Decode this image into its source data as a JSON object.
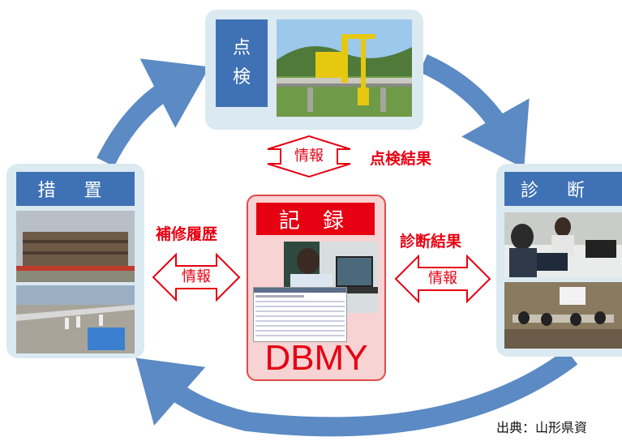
{
  "nodes": {
    "inspection": {
      "chars": [
        "点",
        "検"
      ]
    },
    "measures": {
      "label": "措 置"
    },
    "diagnosis": {
      "label": "診 断"
    },
    "record": {
      "label": "記 録",
      "system": "DBMY"
    }
  },
  "flows": {
    "top": {
      "arrow_label": "情報",
      "result_label": "点検結果"
    },
    "left": {
      "arrow_label": "情報",
      "result_label": "補修履歴"
    },
    "right": {
      "arrow_label": "情報",
      "result_label": "診断結果"
    }
  },
  "credit": "出典：山形県資",
  "colors": {
    "cycle_arrow": "#5b8ac4",
    "panel_bg": "#dbe9f1",
    "label_box": "#3f71b5",
    "accent_red": "#e60012",
    "record_bg": "#f7d3d3"
  }
}
